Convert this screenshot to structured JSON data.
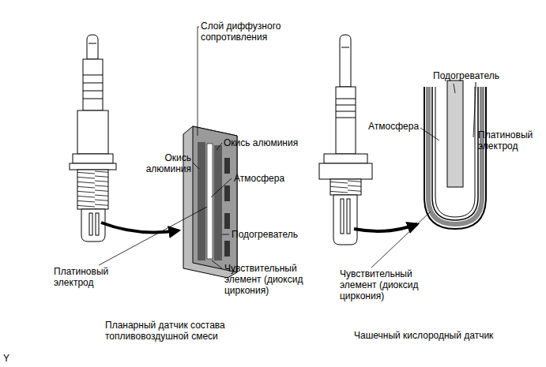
{
  "diagram": {
    "labels": [
      "Слой диффузного сопротивления",
      "Окись алюминия",
      "Окись алюминия",
      "Атмосфера",
      "Подогреватель",
      "Платиновый электрод",
      "Чувствительный элемент (диоксид циркония)",
      "Планарный датчик состава топливовоздушной смеси",
      "Подогреватель",
      "Атмосфера",
      "Платиновый электрод",
      "Чувствительный элемент (диоксид циркония)",
      "Чашечный кислородный датчик",
      "Y"
    ]
  }
}
